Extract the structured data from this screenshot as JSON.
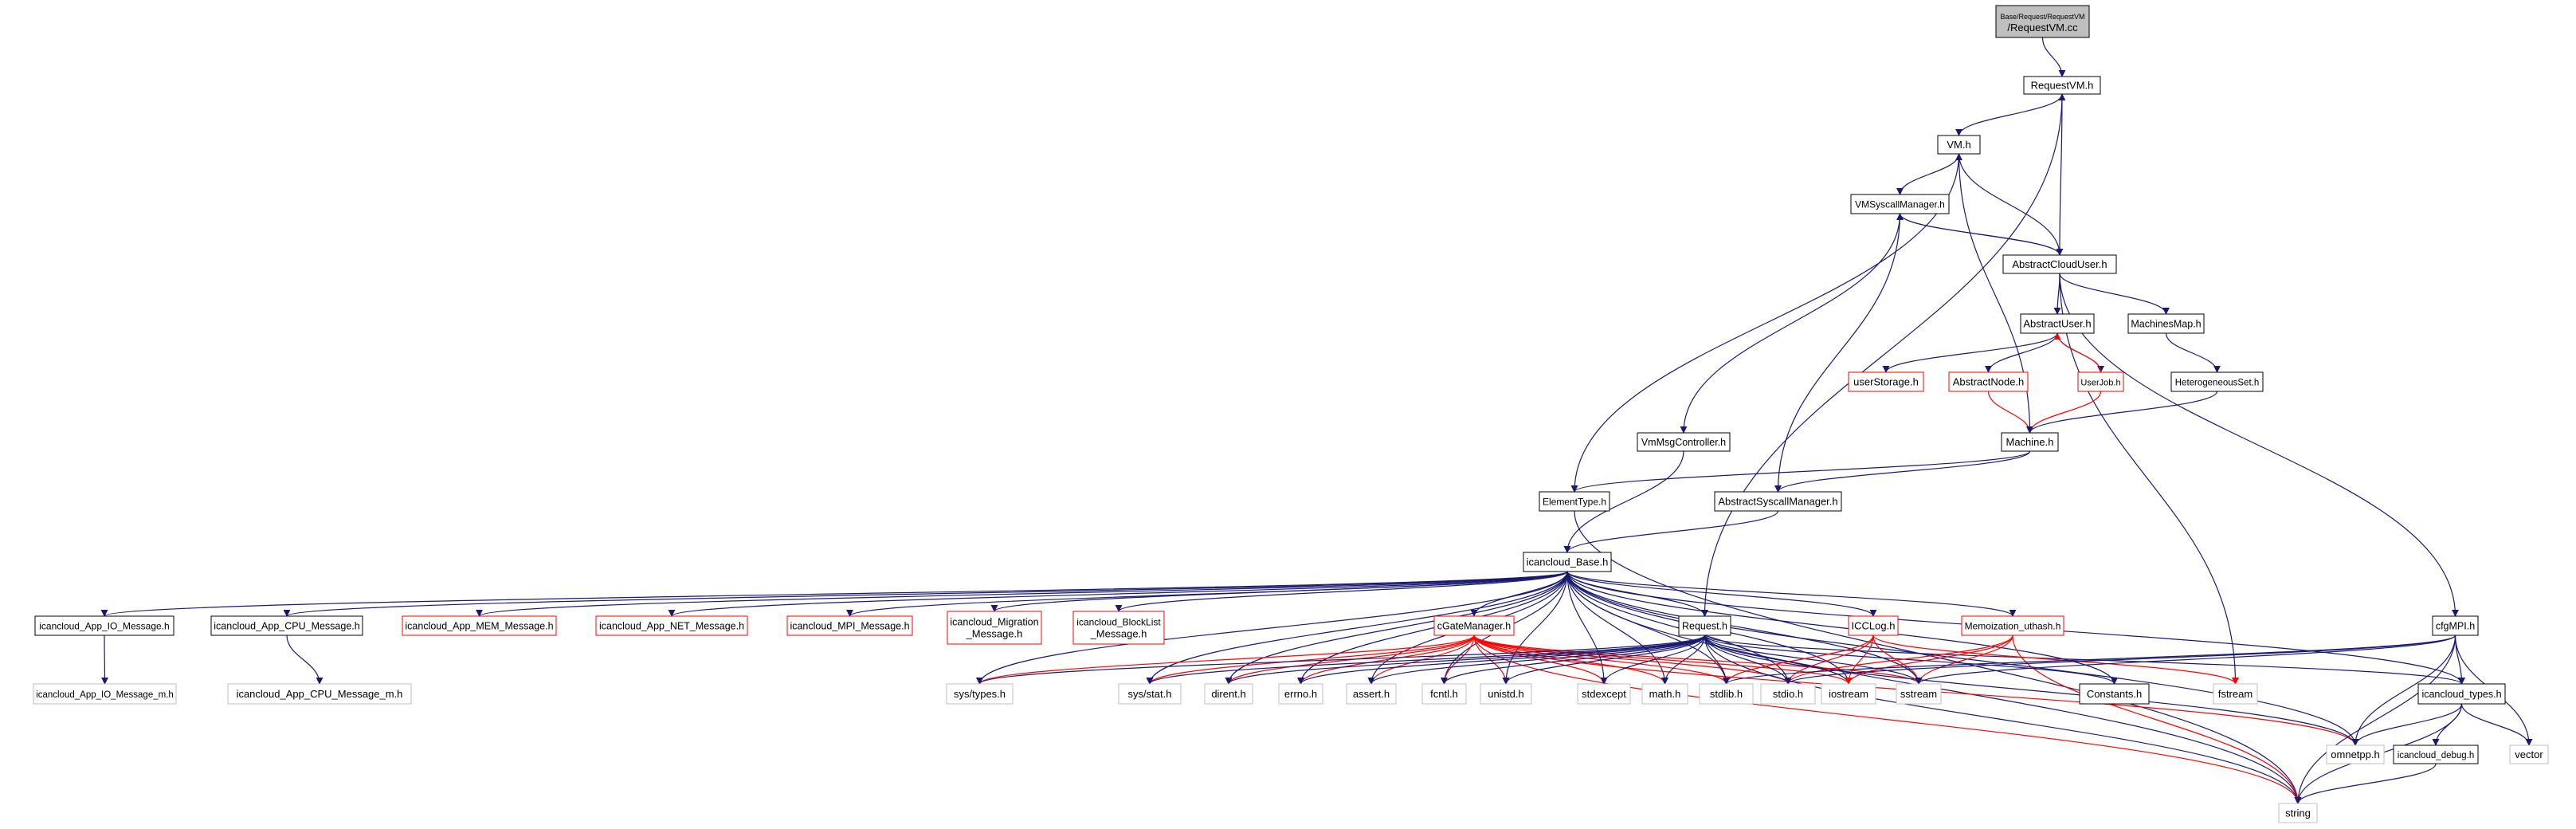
{
  "colors": {
    "edge": "#191970",
    "edge_red": "#ff0000",
    "border_black": "#000000",
    "border_red": "#ff0000",
    "border_gray": "#bfbfbf",
    "root_fill": "#bfbfbf"
  },
  "nodes": {
    "requestvm_cc": {
      "lines": [
        "Base/Request/RequestVM",
        "/RequestVM.cc"
      ],
      "style": "root"
    },
    "requestvm_h": {
      "lines": [
        "RequestVM.h"
      ],
      "style": "black"
    },
    "vm_h": {
      "lines": [
        "VM.h"
      ],
      "style": "black"
    },
    "vmsyscallmanager_h": {
      "lines": [
        "VMSyscallManager.h"
      ],
      "style": "black"
    },
    "abstractclouduser_h": {
      "lines": [
        "AbstractCloudUser.h"
      ],
      "style": "black"
    },
    "abstractuser_h": {
      "lines": [
        "AbstractUser.h"
      ],
      "style": "black"
    },
    "machinesmap_h": {
      "lines": [
        "MachinesMap.h"
      ],
      "style": "black"
    },
    "userstorage_h": {
      "lines": [
        "userStorage.h"
      ],
      "style": "red"
    },
    "abstractnode_h": {
      "lines": [
        "AbstractNode.h"
      ],
      "style": "red"
    },
    "userjob_h": {
      "lines": [
        "UserJob.h"
      ],
      "style": "red"
    },
    "heterogeneousset_h": {
      "lines": [
        "HeterogeneousSet.h"
      ],
      "style": "black"
    },
    "vmmsgcontroller_h": {
      "lines": [
        "VmMsgController.h"
      ],
      "style": "black"
    },
    "machine_h": {
      "lines": [
        "Machine.h"
      ],
      "style": "black"
    },
    "elementtype_h": {
      "lines": [
        "ElementType.h"
      ],
      "style": "black"
    },
    "abstractsyscallmanager_h": {
      "lines": [
        "AbstractSyscallManager.h"
      ],
      "style": "black"
    },
    "icancloud_base_h": {
      "lines": [
        "icancloud_Base.h"
      ],
      "style": "black"
    },
    "io_message_h": {
      "lines": [
        "icancloud_App_IO_Message.h"
      ],
      "style": "black"
    },
    "cpu_message_h": {
      "lines": [
        "icancloud_App_CPU_Message.h"
      ],
      "style": "black"
    },
    "mem_message_h": {
      "lines": [
        "icancloud_App_MEM_Message.h"
      ],
      "style": "red"
    },
    "net_message_h": {
      "lines": [
        "icancloud_App_NET_Message.h"
      ],
      "style": "red"
    },
    "mpi_message_h": {
      "lines": [
        "icancloud_MPI_Message.h"
      ],
      "style": "red"
    },
    "migration_message_h": {
      "lines": [
        "icancloud_Migration",
        "_Message.h"
      ],
      "style": "red"
    },
    "blocklist_message_h": {
      "lines": [
        "icancloud_BlockList",
        "_Message.h"
      ],
      "style": "red"
    },
    "cgatemanager_h": {
      "lines": [
        "cGateManager.h"
      ],
      "style": "red"
    },
    "request_h": {
      "lines": [
        "Request.h"
      ],
      "style": "black"
    },
    "icclog_h": {
      "lines": [
        "ICCLog.h"
      ],
      "style": "red"
    },
    "memoization_uthash_h": {
      "lines": [
        "Memoization_uthash.h"
      ],
      "style": "red"
    },
    "cfgmpi_h": {
      "lines": [
        "cfgMPI.h"
      ],
      "style": "black"
    },
    "io_message_m_h": {
      "lines": [
        "icancloud_App_IO_Message_m.h"
      ],
      "style": "gray"
    },
    "cpu_message_m_h": {
      "lines": [
        "icancloud_App_CPU_Message_m.h"
      ],
      "style": "gray"
    },
    "sys_types_h": {
      "lines": [
        "sys/types.h"
      ],
      "style": "gray"
    },
    "sys_stat_h": {
      "lines": [
        "sys/stat.h"
      ],
      "style": "gray"
    },
    "dirent_h": {
      "lines": [
        "dirent.h"
      ],
      "style": "gray"
    },
    "errno_h": {
      "lines": [
        "errno.h"
      ],
      "style": "gray"
    },
    "assert_h": {
      "lines": [
        "assert.h"
      ],
      "style": "gray"
    },
    "fcntl_h": {
      "lines": [
        "fcntl.h"
      ],
      "style": "gray"
    },
    "unistd_h": {
      "lines": [
        "unistd.h"
      ],
      "style": "gray"
    },
    "stdexcept": {
      "lines": [
        "stdexcept"
      ],
      "style": "gray"
    },
    "math_h": {
      "lines": [
        "math.h"
      ],
      "style": "gray"
    },
    "stdlib_h": {
      "lines": [
        "stdlib.h"
      ],
      "style": "gray"
    },
    "stdio_h": {
      "lines": [
        "stdio.h"
      ],
      "style": "gray"
    },
    "iostream": {
      "lines": [
        "iostream"
      ],
      "style": "gray"
    },
    "sstream": {
      "lines": [
        "sstream"
      ],
      "style": "gray"
    },
    "constants_h": {
      "lines": [
        "Constants.h"
      ],
      "style": "black"
    },
    "fstream": {
      "lines": [
        "fstream"
      ],
      "style": "gray"
    },
    "icancloud_types_h": {
      "lines": [
        "icancloud_types.h"
      ],
      "style": "black"
    },
    "omnetpp_h": {
      "lines": [
        "omnetpp.h"
      ],
      "style": "gray"
    },
    "icancloud_debug_h": {
      "lines": [
        "icancloud_debug.h"
      ],
      "style": "black"
    },
    "vector": {
      "lines": [
        "vector"
      ],
      "style": "gray"
    },
    "string": {
      "lines": [
        "string"
      ],
      "style": "gray"
    }
  },
  "edges": [
    [
      "requestvm_cc",
      "requestvm_h"
    ],
    [
      "requestvm_h",
      "vm_h"
    ],
    [
      "requestvm_h",
      "request_h"
    ],
    [
      "vm_h",
      "vmsyscallmanager_h"
    ],
    [
      "vm_h",
      "machine_h"
    ],
    [
      "vm_h",
      "elementtype_h"
    ],
    [
      "vmsyscallmanager_h",
      "abstractclouduser_h"
    ],
    [
      "vmsyscallmanager_h",
      "vmmsgcontroller_h"
    ],
    [
      "vmsyscallmanager_h",
      "abstractsyscallmanager_h"
    ],
    [
      "abstractclouduser_h",
      "requestvm_h"
    ],
    [
      "abstractclouduser_h",
      "vm_h"
    ],
    [
      "abstractclouduser_h",
      "vmsyscallmanager_h"
    ],
    [
      "abstractclouduser_h",
      "abstractuser_h"
    ],
    [
      "abstractclouduser_h",
      "machinesmap_h"
    ],
    [
      "abstractclouduser_h",
      "cfgmpi_h"
    ],
    [
      "abstractclouduser_h",
      "fstream"
    ],
    [
      "abstractuser_h",
      "userstorage_h"
    ],
    [
      "abstractuser_h",
      "abstractnode_h"
    ],
    [
      "abstractuser_h",
      "userjob_h"
    ],
    [
      "userjob_h",
      "abstractuser_h"
    ],
    [
      "userjob_h",
      "machine_h"
    ],
    [
      "abstractnode_h",
      "machine_h"
    ],
    [
      "machinesmap_h",
      "heterogeneousset_h"
    ],
    [
      "heterogeneousset_h",
      "machine_h"
    ],
    [
      "machine_h",
      "elementtype_h"
    ],
    [
      "machine_h",
      "abstractsyscallmanager_h"
    ],
    [
      "vmmsgcontroller_h",
      "icancloud_base_h"
    ],
    [
      "abstractsyscallmanager_h",
      "icancloud_base_h"
    ],
    [
      "elementtype_h",
      "string"
    ],
    [
      "icancloud_base_h",
      "io_message_h"
    ],
    [
      "icancloud_base_h",
      "cpu_message_h"
    ],
    [
      "icancloud_base_h",
      "mem_message_h"
    ],
    [
      "icancloud_base_h",
      "net_message_h"
    ],
    [
      "icancloud_base_h",
      "mpi_message_h"
    ],
    [
      "icancloud_base_h",
      "migration_message_h"
    ],
    [
      "icancloud_base_h",
      "blocklist_message_h"
    ],
    [
      "icancloud_base_h",
      "cgatemanager_h"
    ],
    [
      "icancloud_base_h",
      "request_h"
    ],
    [
      "icancloud_base_h",
      "icclog_h"
    ],
    [
      "icancloud_base_h",
      "memoization_uthash_h"
    ],
    [
      "icancloud_base_h",
      "sys_types_h"
    ],
    [
      "icancloud_base_h",
      "sys_stat_h"
    ],
    [
      "icancloud_base_h",
      "dirent_h"
    ],
    [
      "icancloud_base_h",
      "errno_h"
    ],
    [
      "icancloud_base_h",
      "assert_h"
    ],
    [
      "icancloud_base_h",
      "fcntl_h"
    ],
    [
      "icancloud_base_h",
      "unistd_h"
    ],
    [
      "icancloud_base_h",
      "stdexcept"
    ],
    [
      "icancloud_base_h",
      "math_h"
    ],
    [
      "icancloud_base_h",
      "stdlib_h"
    ],
    [
      "icancloud_base_h",
      "stdio_h"
    ],
    [
      "icancloud_base_h",
      "iostream"
    ],
    [
      "icancloud_base_h",
      "sstream"
    ],
    [
      "icancloud_base_h",
      "constants_h"
    ],
    [
      "icancloud_base_h",
      "icancloud_types_h"
    ],
    [
      "icancloud_base_h",
      "omnetpp_h"
    ],
    [
      "icancloud_base_h",
      "string"
    ],
    [
      "io_message_h",
      "io_message_m_h"
    ],
    [
      "cpu_message_h",
      "cpu_message_m_h"
    ],
    [
      "cgatemanager_h",
      "sys_types_h"
    ],
    [
      "cgatemanager_h",
      "sys_stat_h"
    ],
    [
      "cgatemanager_h",
      "dirent_h"
    ],
    [
      "cgatemanager_h",
      "errno_h"
    ],
    [
      "cgatemanager_h",
      "assert_h"
    ],
    [
      "cgatemanager_h",
      "fcntl_h"
    ],
    [
      "cgatemanager_h",
      "unistd_h"
    ],
    [
      "cgatemanager_h",
      "stdexcept"
    ],
    [
      "cgatemanager_h",
      "math_h"
    ],
    [
      "cgatemanager_h",
      "stdlib_h"
    ],
    [
      "cgatemanager_h",
      "stdio_h"
    ],
    [
      "cgatemanager_h",
      "iostream"
    ],
    [
      "cgatemanager_h",
      "sstream"
    ],
    [
      "cgatemanager_h",
      "omnetpp_h"
    ],
    [
      "cgatemanager_h",
      "string"
    ],
    [
      "request_h",
      "sys_types_h"
    ],
    [
      "request_h",
      "sys_stat_h"
    ],
    [
      "request_h",
      "dirent_h"
    ],
    [
      "request_h",
      "errno_h"
    ],
    [
      "request_h",
      "assert_h"
    ],
    [
      "request_h",
      "fcntl_h"
    ],
    [
      "request_h",
      "unistd_h"
    ],
    [
      "request_h",
      "stdexcept"
    ],
    [
      "request_h",
      "math_h"
    ],
    [
      "request_h",
      "stdlib_h"
    ],
    [
      "request_h",
      "stdio_h"
    ],
    [
      "request_h",
      "iostream"
    ],
    [
      "request_h",
      "sstream"
    ],
    [
      "request_h",
      "constants_h"
    ],
    [
      "request_h",
      "icancloud_types_h"
    ],
    [
      "request_h",
      "omnetpp_h"
    ],
    [
      "request_h",
      "string"
    ],
    [
      "icclog_h",
      "stdlib_h"
    ],
    [
      "icclog_h",
      "stdio_h"
    ],
    [
      "icclog_h",
      "iostream"
    ],
    [
      "icclog_h",
      "sstream"
    ],
    [
      "icclog_h",
      "fstream"
    ],
    [
      "memoization_uthash_h",
      "iostream"
    ],
    [
      "memoization_uthash_h",
      "sstream"
    ],
    [
      "memoization_uthash_h",
      "stdio_h"
    ],
    [
      "memoization_uthash_h",
      "string"
    ],
    [
      "cfgmpi_h",
      "stdlib_h"
    ],
    [
      "cfgmpi_h",
      "stdio_h"
    ],
    [
      "cfgmpi_h",
      "sstream"
    ],
    [
      "cfgmpi_h",
      "icancloud_types_h"
    ],
    [
      "cfgmpi_h",
      "omnetpp_h"
    ],
    [
      "cfgmpi_h",
      "vector"
    ],
    [
      "cfgmpi_h",
      "string"
    ],
    [
      "icancloud_types_h",
      "omnetpp_h"
    ],
    [
      "icancloud_types_h",
      "icancloud_debug_h"
    ],
    [
      "icancloud_types_h",
      "vector"
    ],
    [
      "icancloud_types_h",
      "string"
    ],
    [
      "icancloud_debug_h",
      "string"
    ]
  ]
}
